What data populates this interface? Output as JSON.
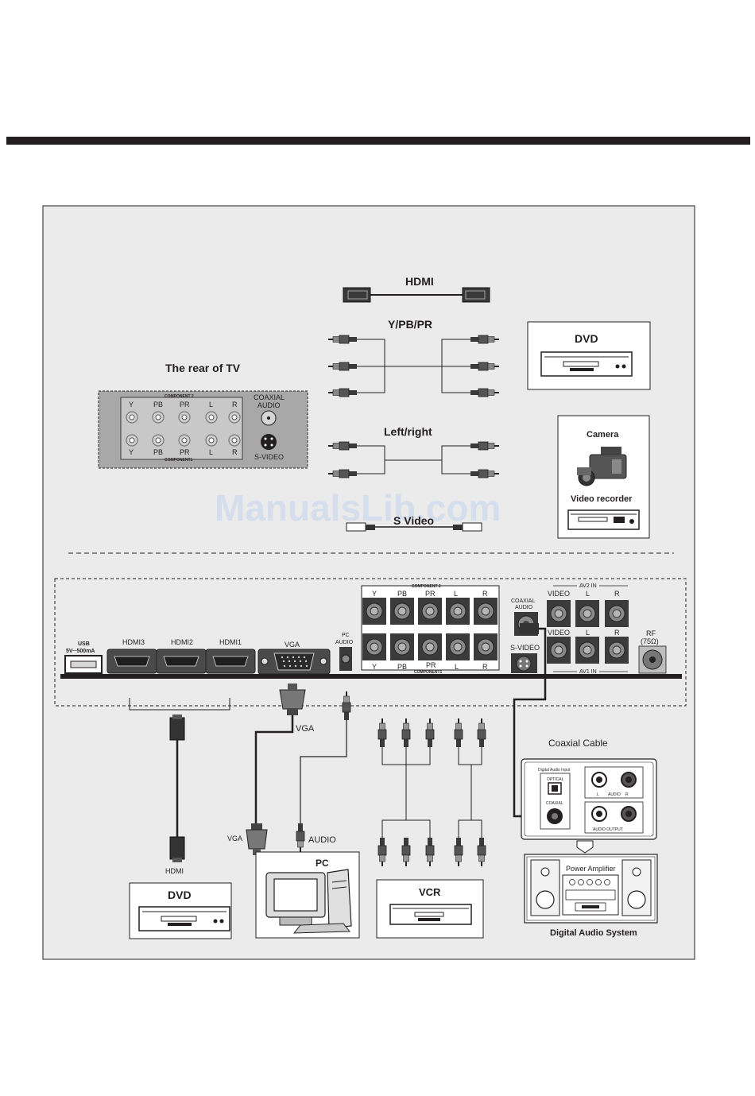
{
  "watermark": "ManualsLib.com",
  "cables": {
    "hdmi": "HDMI",
    "ypbpr": "Y/PB/PR",
    "left_right": "Left/right",
    "svideo": "S Video"
  },
  "rear_title": "The rear of TV",
  "small_panel": {
    "component2": "COMPONENT 2",
    "component1": "COMPONENT1",
    "labels": [
      "Y",
      "PB",
      "PR",
      "L",
      "R"
    ],
    "coaxial_audio": [
      "COAXIAL",
      "AUDIO"
    ],
    "svideo": "S-VIDEO"
  },
  "devices": {
    "dvd_top": "DVD",
    "camera": "Camera",
    "video_recorder": "Video recorder",
    "dvd_bottom": "DVD",
    "pc": "PC",
    "vcr": "VCR"
  },
  "panel": {
    "usb": [
      "USB",
      "5V─500mA"
    ],
    "hdmi3": "HDMI3",
    "hdmi2": "HDMI2",
    "hdmi1": "HDMI1",
    "vga": "VGA",
    "pc_audio": [
      "PC",
      "AUDIO"
    ],
    "component2": "COMPONENT 2",
    "component1": "COMPONENT1",
    "comp_labels": [
      "Y",
      "PB",
      "PR",
      "L",
      "R"
    ],
    "coaxial_audio": [
      "COAXIAL",
      "AUDIO"
    ],
    "svideo": "S-VIDEO",
    "av2_in": "AV2 IN",
    "av1_in": "AV1 IN",
    "av_labels": [
      "VIDEO",
      "L",
      "R"
    ],
    "rf": [
      "RF",
      "(75Ω)"
    ]
  },
  "lower": {
    "vga_top": "VGA",
    "vga_bottom": "VGA",
    "audio": "AUDIO",
    "hdmi": "HDMI",
    "coaxial_cable": "Coaxial Cable",
    "digital_audio_input": "Digital Audio Input",
    "optical": "OPTICAL",
    "coaxial": "COAXIAL",
    "audio_lr": [
      "L",
      "AUDIO",
      "R"
    ],
    "audio_output": "AUDIO OUTPUT",
    "power_amplifier": "Power Amplifier",
    "digital_audio_system": "Digital Audio System"
  },
  "colors": {
    "frame_bg": "#ebebeb",
    "panel_gray": "#a8a8a8",
    "dark": "#231f20",
    "jack_ring": "#8a8a8a"
  }
}
